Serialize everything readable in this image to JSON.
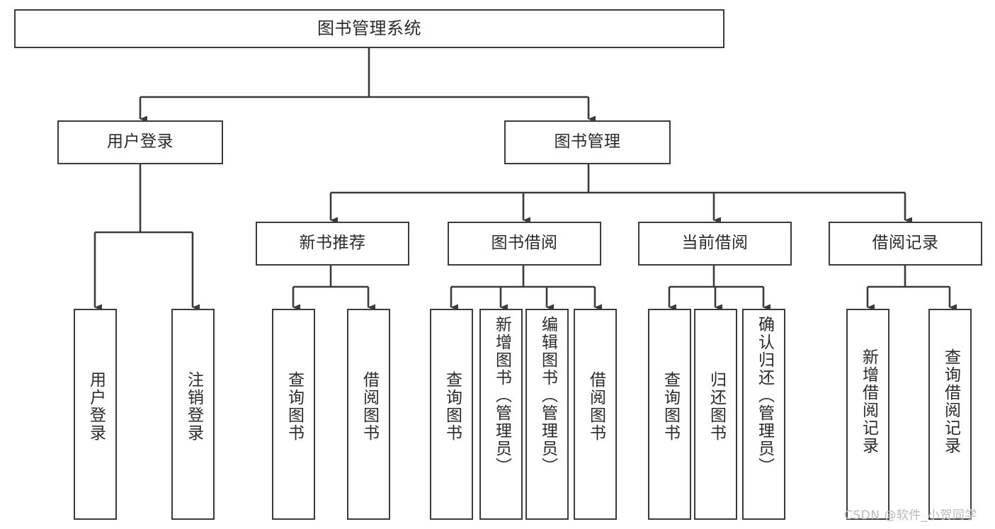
{
  "diagram": {
    "type": "tree-hierarchy",
    "orientation": "top-down",
    "title": "图书管理系统",
    "root": {
      "id": "root",
      "label": "图书管理系统",
      "text_orientation": "horizontal"
    },
    "level2": [
      {
        "id": "user-login",
        "label": "用户登录",
        "text_orientation": "horizontal"
      },
      {
        "id": "book-management",
        "label": "图书管理",
        "text_orientation": "horizontal"
      }
    ],
    "level3": [
      {
        "id": "new-book-recommend",
        "label": "新书推荐",
        "parent": "book-management",
        "text_orientation": "horizontal"
      },
      {
        "id": "book-borrow",
        "label": "图书借阅",
        "parent": "book-management",
        "text_orientation": "horizontal"
      },
      {
        "id": "current-borrow",
        "label": "当前借阅",
        "parent": "book-management",
        "text_orientation": "horizontal"
      },
      {
        "id": "borrow-record",
        "label": "借阅记录",
        "parent": "book-management",
        "text_orientation": "horizontal"
      }
    ],
    "leaves": [
      {
        "id": "leaf-user-login",
        "label": "用户登录",
        "parent": "user-login",
        "text_orientation": "vertical"
      },
      {
        "id": "leaf-logout-login",
        "label": "注销登录",
        "parent": "user-login",
        "text_orientation": "vertical"
      },
      {
        "id": "leaf-query-book-1",
        "label": "查询图书",
        "parent": "new-book-recommend",
        "text_orientation": "vertical"
      },
      {
        "id": "leaf-borrow-book-1",
        "label": "借阅图书",
        "parent": "new-book-recommend",
        "text_orientation": "vertical"
      },
      {
        "id": "leaf-query-book-2",
        "label": "查询图书",
        "parent": "book-borrow",
        "text_orientation": "vertical"
      },
      {
        "id": "leaf-add-book",
        "label": "新增图书（管理员）",
        "parent": "book-borrow",
        "text_orientation": "vertical"
      },
      {
        "id": "leaf-edit-book",
        "label": "编辑图书（管理员）",
        "parent": "book-borrow",
        "text_orientation": "vertical"
      },
      {
        "id": "leaf-borrow-book-2",
        "label": "借阅图书",
        "parent": "book-borrow",
        "text_orientation": "vertical"
      },
      {
        "id": "leaf-query-book-3",
        "label": "查询图书",
        "parent": "current-borrow",
        "text_orientation": "vertical"
      },
      {
        "id": "leaf-return-book",
        "label": "归还图书",
        "parent": "current-borrow",
        "text_orientation": "vertical"
      },
      {
        "id": "leaf-confirm-return",
        "label": "确认归还（管理员）",
        "parent": "current-borrow",
        "text_orientation": "vertical"
      },
      {
        "id": "leaf-add-record",
        "label": "新增借阅记录",
        "parent": "borrow-record",
        "text_orientation": "vertical"
      },
      {
        "id": "leaf-query-record",
        "label": "查询借阅记录",
        "parent": "borrow-record",
        "text_orientation": "vertical"
      }
    ]
  },
  "watermark": {
    "text": "CSDN @软件_小贺同学"
  },
  "colors": {
    "background": "#ffffff",
    "box_border": "#3b3b3b",
    "box_fill": "#ffffff",
    "text": "#2a2a2a",
    "connector": "#3b3b3b",
    "watermark": "#b9b9b9"
  }
}
